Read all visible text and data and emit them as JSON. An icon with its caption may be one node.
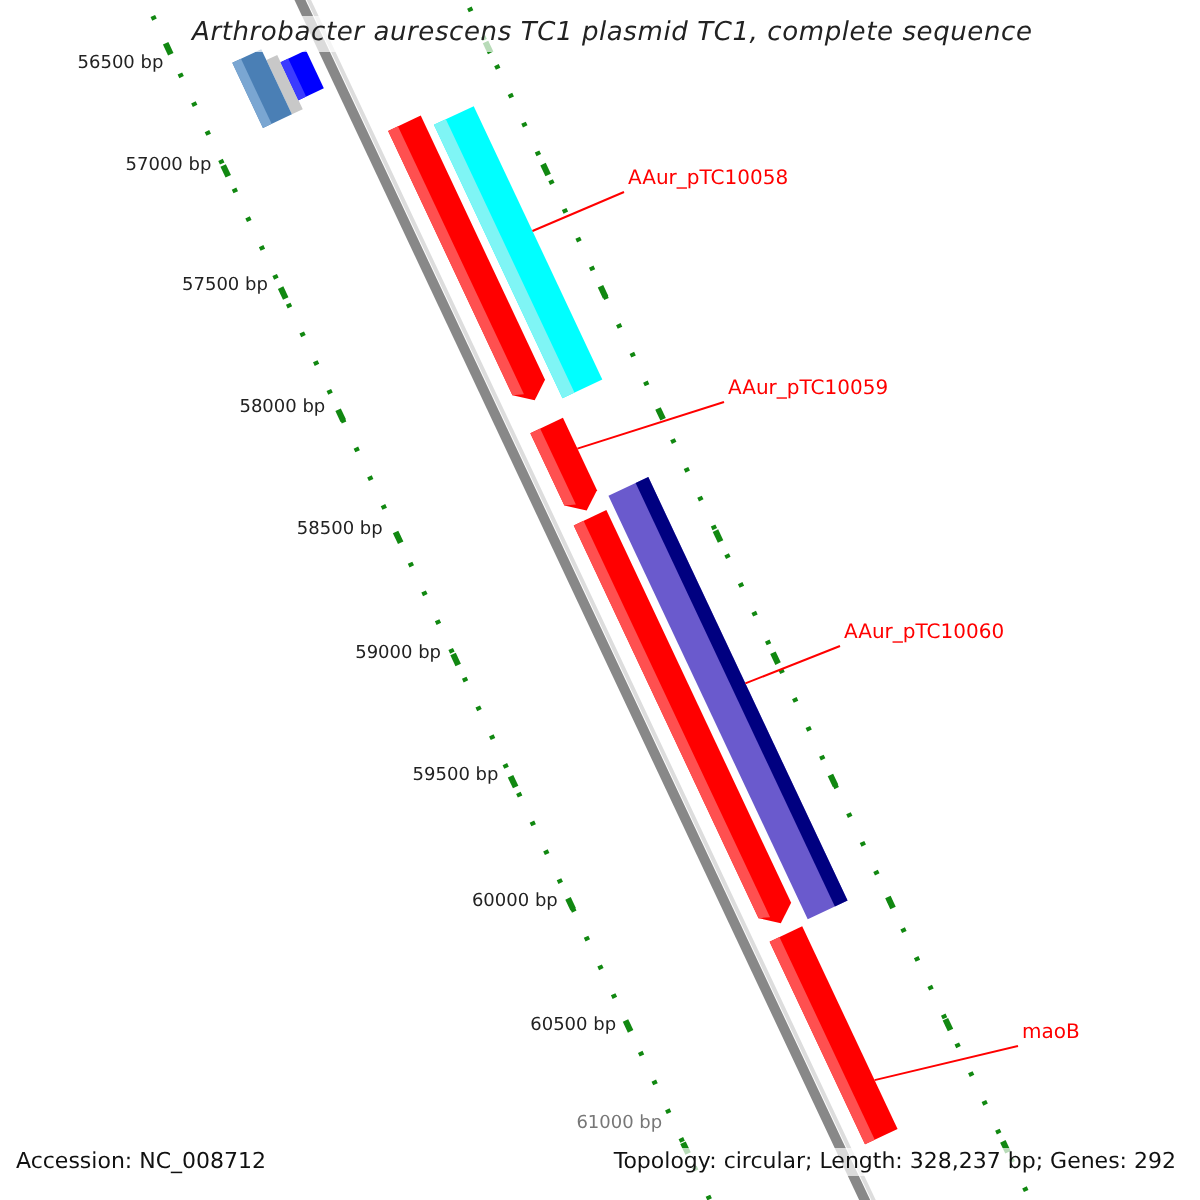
{
  "diagram": {
    "title": "Arthrobacter aurescens TC1 plasmid TC1, complete sequence",
    "nodes": [
      {
        "text": [],
        "shape": "bar"
      },
      {
        "text": [],
        "shape": "bar"
      },
      {
        "text": [],
        "shape": "bar"
      },
      {
        "text": [],
        "shape": "arrow"
      },
      {
        "text": [
          "AAur_pTC10058"
        ]
      },
      {
        "text": [
          "AAur_pTC10059"
        ]
      },
      {
        "text": [],
        "shape": "arrow"
      },
      {
        "text": [],
        "shape": "bar"
      },
      {
        "text": [],
        "shape": "arrow"
      },
      {
        "text": [
          "AAur_pTC10060"
        ]
      },
      {
        "text": [
          "maoB"
        ]
      },
      {
        "text": [],
        "shape": "bar"
      }
    ],
    "edges": [
      {
        "from": 4,
        "to": 2,
        "arrow": "none"
      },
      {
        "from": 5,
        "to": 6,
        "arrow": "none"
      },
      {
        "from": 9,
        "to": 7,
        "arrow": "none"
      },
      {
        "from": 10,
        "to": 11,
        "arrow": "none"
      }
    ],
    "labels": [
      "56500 bp",
      "57000 bp",
      "57500 bp",
      "58000 bp",
      "58500 bp",
      "59000 bp",
      "59500 bp",
      "60000 bp",
      "60500 bp",
      "61000 bp",
      "Accession: NC_008712",
      "Topology: circular; Length: 328,237 bp; Genes: 292"
    ]
  }
}
